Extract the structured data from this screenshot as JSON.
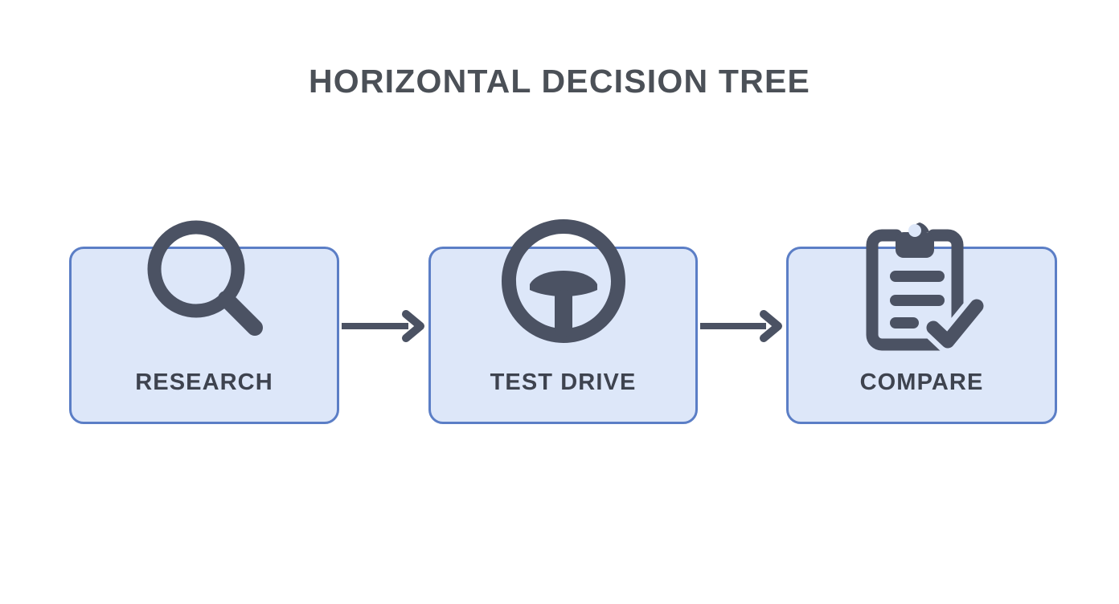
{
  "title": "HORIZONTAL DECISION TREE",
  "theme": {
    "background": "#ffffff",
    "card_fill": "#dde7f9",
    "card_border": "#5b7ec6",
    "icon_color": "#4b5263",
    "label_color": "#3e434f",
    "title_color": "#4b5057",
    "arrow_color": "#4b5263"
  },
  "nodes": [
    {
      "label": "RESEARCH",
      "icon": "magnifier-icon",
      "order": 1
    },
    {
      "label": "TEST DRIVE",
      "icon": "steering-wheel-icon",
      "order": 2
    },
    {
      "label": "COMPARE",
      "icon": "clipboard-check-icon",
      "order": 3
    }
  ],
  "connectors": [
    {
      "name": "arrow-right-icon",
      "from": "RESEARCH",
      "to": "TEST DRIVE"
    },
    {
      "name": "arrow-right-icon",
      "from": "TEST DRIVE",
      "to": "COMPARE"
    }
  ]
}
